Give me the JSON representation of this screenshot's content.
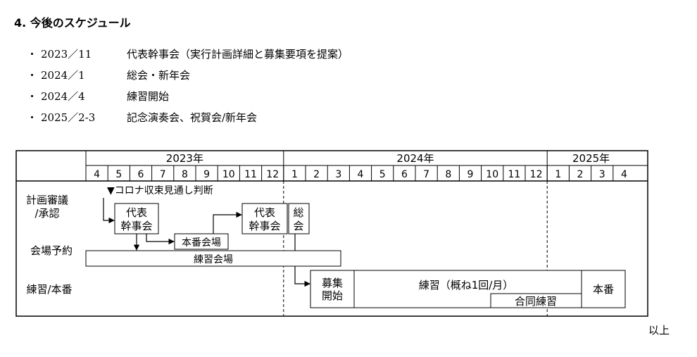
{
  "section": {
    "heading": "4. 今後のスケジュール"
  },
  "schedule": [
    {
      "bullet": "・",
      "when": "2023／11",
      "what": "代表幹事会（実行計画詳細と募集要項を提案）"
    },
    {
      "bullet": "・",
      "when": "2024／1",
      "what": "総会・新年会"
    },
    {
      "bullet": "・",
      "when": "2024／4",
      "what": "練習開始"
    },
    {
      "bullet": "・",
      "when": "2025／2-3",
      "what": "記念演奏会、祝賀会/新年会"
    }
  ],
  "gantt": {
    "years": [
      "2023年",
      "2024年",
      "2025年"
    ],
    "months": [
      "4",
      "5",
      "6",
      "7",
      "8",
      "9",
      "10",
      "11",
      "12",
      "1",
      "2",
      "3",
      "4",
      "5",
      "6",
      "7",
      "8",
      "9",
      "10",
      "11",
      "12",
      "1",
      "2",
      "3",
      "4"
    ],
    "rows": [
      "計画審議\n/承認",
      "会場予約",
      "練習/本番"
    ],
    "annotation": "▼コロナ収束見通し判断",
    "boxes": {
      "rep1": "代表\n幹事会",
      "rep2": "代表\n幹事会",
      "general": "総\n会",
      "main_venue": "本番会場",
      "practice_venue": "練習会場",
      "recruit": "募集\n開始",
      "practice": "練習（概ね1回/月）",
      "joint": "合同練習",
      "concert": "本番"
    }
  },
  "closing": "以上"
}
